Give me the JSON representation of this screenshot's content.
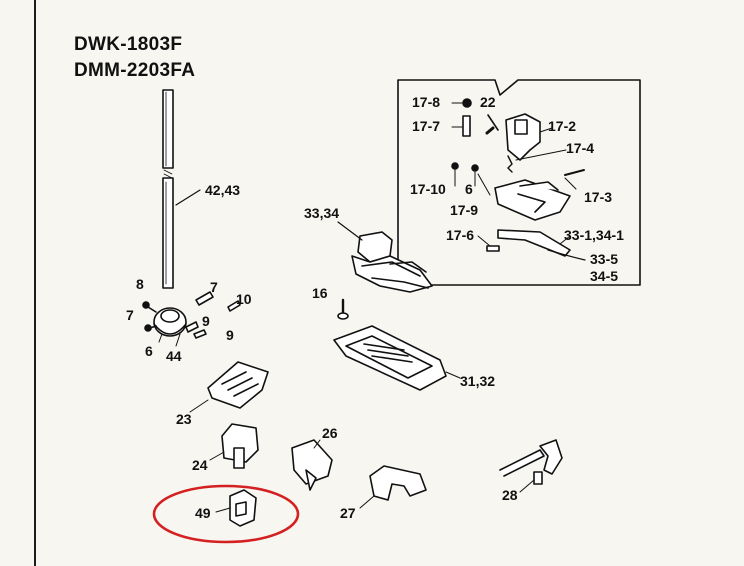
{
  "models": [
    "DWK-1803F",
    "DMM-2203FA"
  ],
  "colors": {
    "ink": "#111111",
    "highlight_circle": "#d42020",
    "paper": "#f7f6f1"
  },
  "labels": {
    "p17_8": "17-8",
    "p22": "22",
    "p17_7": "17-7",
    "p17_2": "17-2",
    "p17_4": "17-4",
    "p17_10": "17-10",
    "p6_top": "6",
    "p17_3": "17-3",
    "p17_9": "17-9",
    "p33_34": "33,34",
    "p17_6": "17-6",
    "p33_1_34_1": "33-1,34-1",
    "p33_5": "33-5",
    "p34_5": "34-5",
    "p42_43": "42,43",
    "p8": "8",
    "p7_a": "7",
    "p10": "10",
    "p7_b": "7",
    "p9_a": "9",
    "p9_b": "9",
    "p6": "6",
    "p44": "44",
    "p16": "16",
    "p31_32": "31,32",
    "p23": "23",
    "p26": "26",
    "p24": "24",
    "p28": "28",
    "p49": "49",
    "p27": "27"
  }
}
